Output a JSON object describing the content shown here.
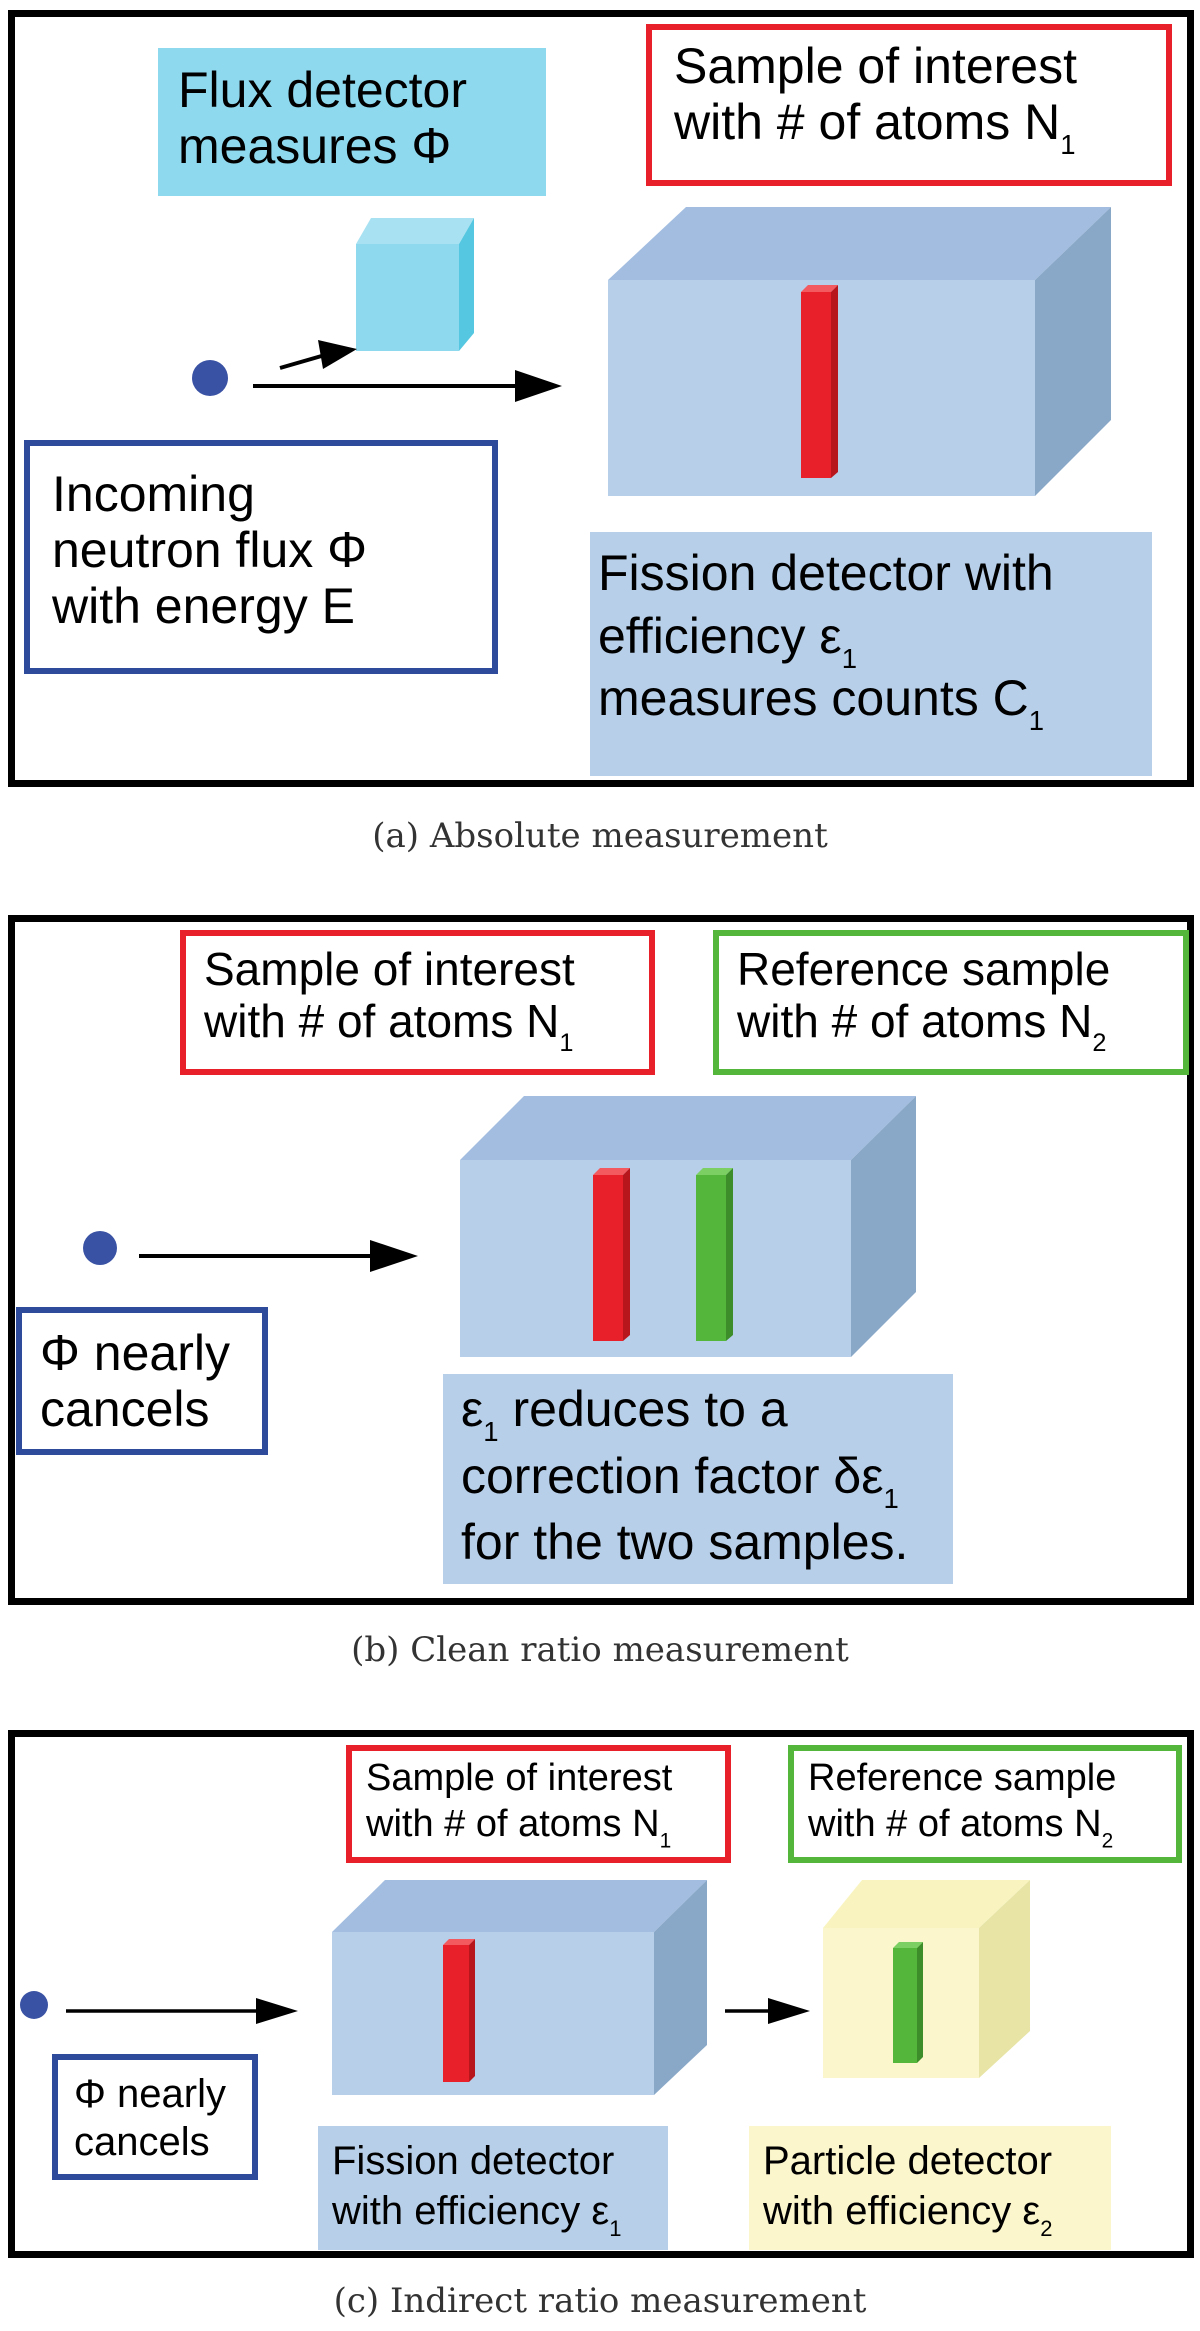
{
  "panel_a": {
    "flux_detector": [
      "Flux detector",
      "measures Φ"
    ],
    "sample": {
      "line1": "Sample of interest",
      "line2_text": "with # of atoms N",
      "line2_sub": "1"
    },
    "incoming": [
      "Incoming",
      "neutron flux Φ",
      "with energy E"
    ],
    "fission": {
      "line1": "Fission detector with",
      "line2_text": "efficiency ε",
      "line2_sub": "1",
      "line3_text": "measures counts C",
      "line3_sub": "1"
    },
    "caption": "(a)  Absolute measurement"
  },
  "panel_b": {
    "sample": {
      "line1": "Sample of interest",
      "line2_text": "with # of atoms N",
      "line2_sub": "1"
    },
    "reference": {
      "line1": "Reference sample",
      "line2_text": "with # of atoms N",
      "line2_sub": "2"
    },
    "phi": [
      "Φ nearly",
      "cancels"
    ],
    "reduces": {
      "line1_text": "ε",
      "line1_sub": "1",
      "line1_rest": " reduces to a",
      "line2_text": "correction factor δε",
      "line2_sub": "1",
      "line3": "for the two samples."
    },
    "caption": "(b)  Clean ratio measurement"
  },
  "panel_c": {
    "sample": {
      "line1": "Sample of interest",
      "line2_text": "with # of atoms N",
      "line2_sub": "1"
    },
    "reference": {
      "line1": "Reference sample",
      "line2_text": "with # of atoms N",
      "line2_sub": "2"
    },
    "phi": [
      "Φ nearly",
      "cancels"
    ],
    "fission": {
      "line1": "Fission detector",
      "line2_text": "with efficiency ε",
      "line2_sub": "1"
    },
    "particle": {
      "line1": "Particle detector",
      "line2_text": "with efficiency ε",
      "line2_sub": "2"
    },
    "caption": "(c)  Indirect ratio measurement"
  },
  "colors": {
    "sample_border": "#e8202a",
    "reference_border": "#55b63c",
    "flux_border": "#2e4a9a",
    "neutron": "#3a52a4",
    "detector_fill": "#b7cfe8",
    "flux_detector_fill": "#8fd9ee",
    "particle_detector_fill": "#fbf6cc"
  }
}
